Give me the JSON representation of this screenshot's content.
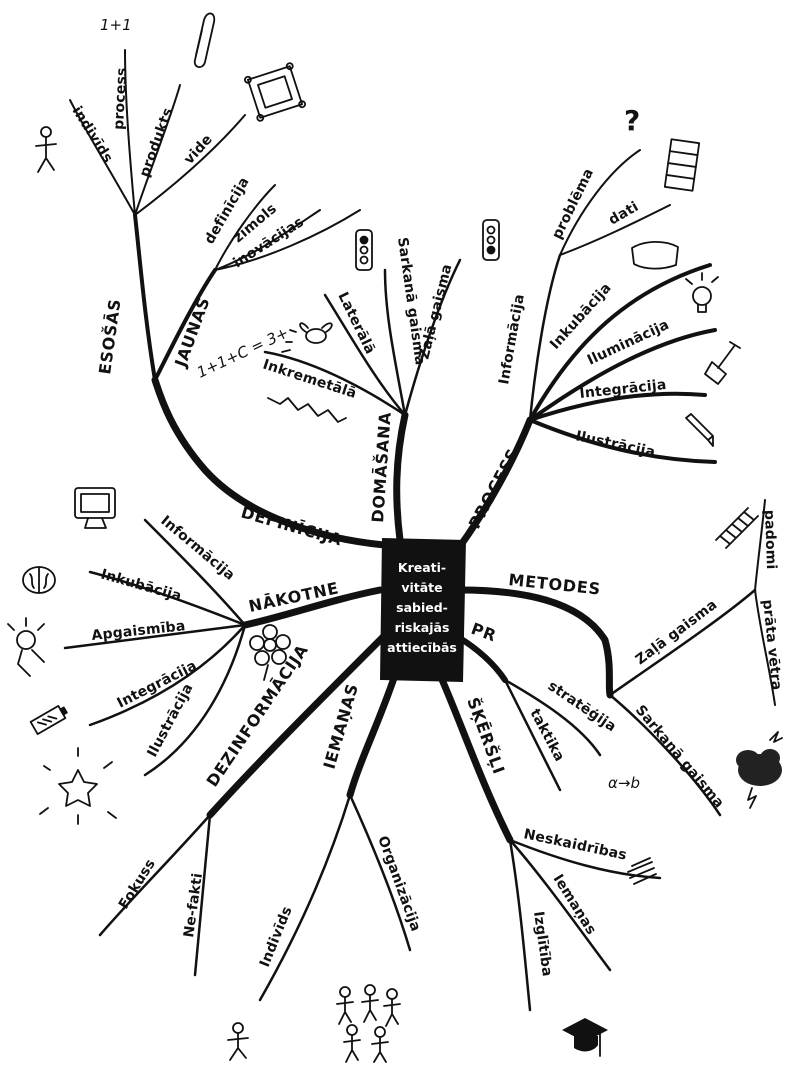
{
  "centre": {
    "lines": [
      "Kreati-",
      "vitāte",
      "sabied-",
      "riskajās",
      "attiecībās"
    ]
  },
  "branches": {
    "definicija": "DEFINĪCIJA",
    "esosas": "ESOŠĀS",
    "jaunas": "JAUNĀS",
    "domasana": "DOMĀŠANA",
    "process": "PROCESS",
    "metodes": "METODES",
    "pr": "PR",
    "skersli": "ŠĶĒRŠĻI",
    "iemanas": "IEMAŅAS",
    "dezinformacija": "DEZINFORMĀCIJA",
    "nakotne": "NĀKOTNE"
  },
  "esosas_leaves": [
    "indivīds",
    "process",
    "produkts",
    "vide"
  ],
  "jaunas_leaves": [
    "definīcija",
    "zīmols",
    "inovācijas"
  ],
  "domasana_leaves": [
    "Inkremetālā",
    "Laterālā",
    "Sarkanā gaisma",
    "Zaļā gaisma"
  ],
  "process_leaves": [
    "Informācija",
    "problēma",
    "dati",
    "Inkubācija",
    "Iluminācija",
    "Integrācija",
    "Ilustrācija"
  ],
  "metodes_leaves": [
    "Zaļā gaisma",
    "Sarkanā gaisma",
    "padomi",
    "prāta vētra"
  ],
  "pr_leaves": [
    "stratēģija",
    "taktika"
  ],
  "skersli_leaves": [
    "Neskaidrības",
    "Iemaņas",
    "Izglītība"
  ],
  "iemanas_leaves": [
    "Organizācija",
    "Indivīds"
  ],
  "dezinformacija_leaves": [
    "Fokuss",
    "Ne-fakti"
  ],
  "nakotne_leaves": [
    "Informācija",
    "Inkubācija",
    "Apgaismība",
    "Integrācija",
    "Ilustrācija"
  ],
  "annotations": {
    "one_plus_one": "1+1",
    "formula": "1+1+C = 3+",
    "alpha_to_b": "α→b",
    "question_mark": "?"
  },
  "icons": [
    "stick-figure-icon",
    "paperclip-icon",
    "picture-frame-icon",
    "traffic-light-icon",
    "question-mark-icon",
    "filing-cabinet-icon",
    "pillow-icon",
    "light-bulb-icon",
    "shovel-icon",
    "pencil-icon",
    "ladder-icon",
    "storm-cloud-icon",
    "graduation-cap-icon",
    "stick-figures-group-icon",
    "star-icon",
    "battery-icon",
    "brain-icon",
    "monitor-icon",
    "flower-icon",
    "bug-icon",
    "zigzag-icon"
  ]
}
